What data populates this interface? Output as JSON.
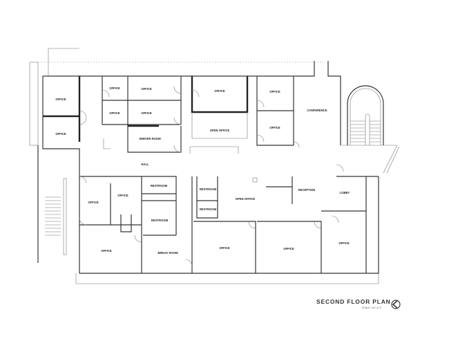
{
  "plan": {
    "title": "SECOND FLOOR PLAN",
    "scale": "SCALE: 1/4\"=1'-0\"",
    "rooms": {
      "office_left_top": "OFFICE",
      "office_left_bottom": "OFFICE",
      "office_a": "OFFICE",
      "office_b": "OFFICE",
      "office_c": "OFFICE",
      "office_d": "OFFICE",
      "server_room": "SERVER ROOM",
      "office_e": "OFFICE",
      "open_office_top": "OPEN OFFICE",
      "office_f": "OFFICE",
      "office_g": "OFFICE",
      "conference": "CONFERENCE",
      "hall": "HALL",
      "office_h": "OFFICE",
      "office_i": "OFFICE",
      "restroom_1": "RESTROOM",
      "restroom_2": "RESTROOM",
      "office_j": "OFFICE",
      "break_room": "BREAK ROOM",
      "restroom_3": "RESTROOM",
      "restroom_4": "RESTROOM",
      "open_office": "OPEN OFFICE",
      "reception": "RECEPTION",
      "lobby": "LOBBY",
      "office_k": "OFFICE",
      "office_l": "OFFICE",
      "office_m": "OFFICE"
    }
  }
}
